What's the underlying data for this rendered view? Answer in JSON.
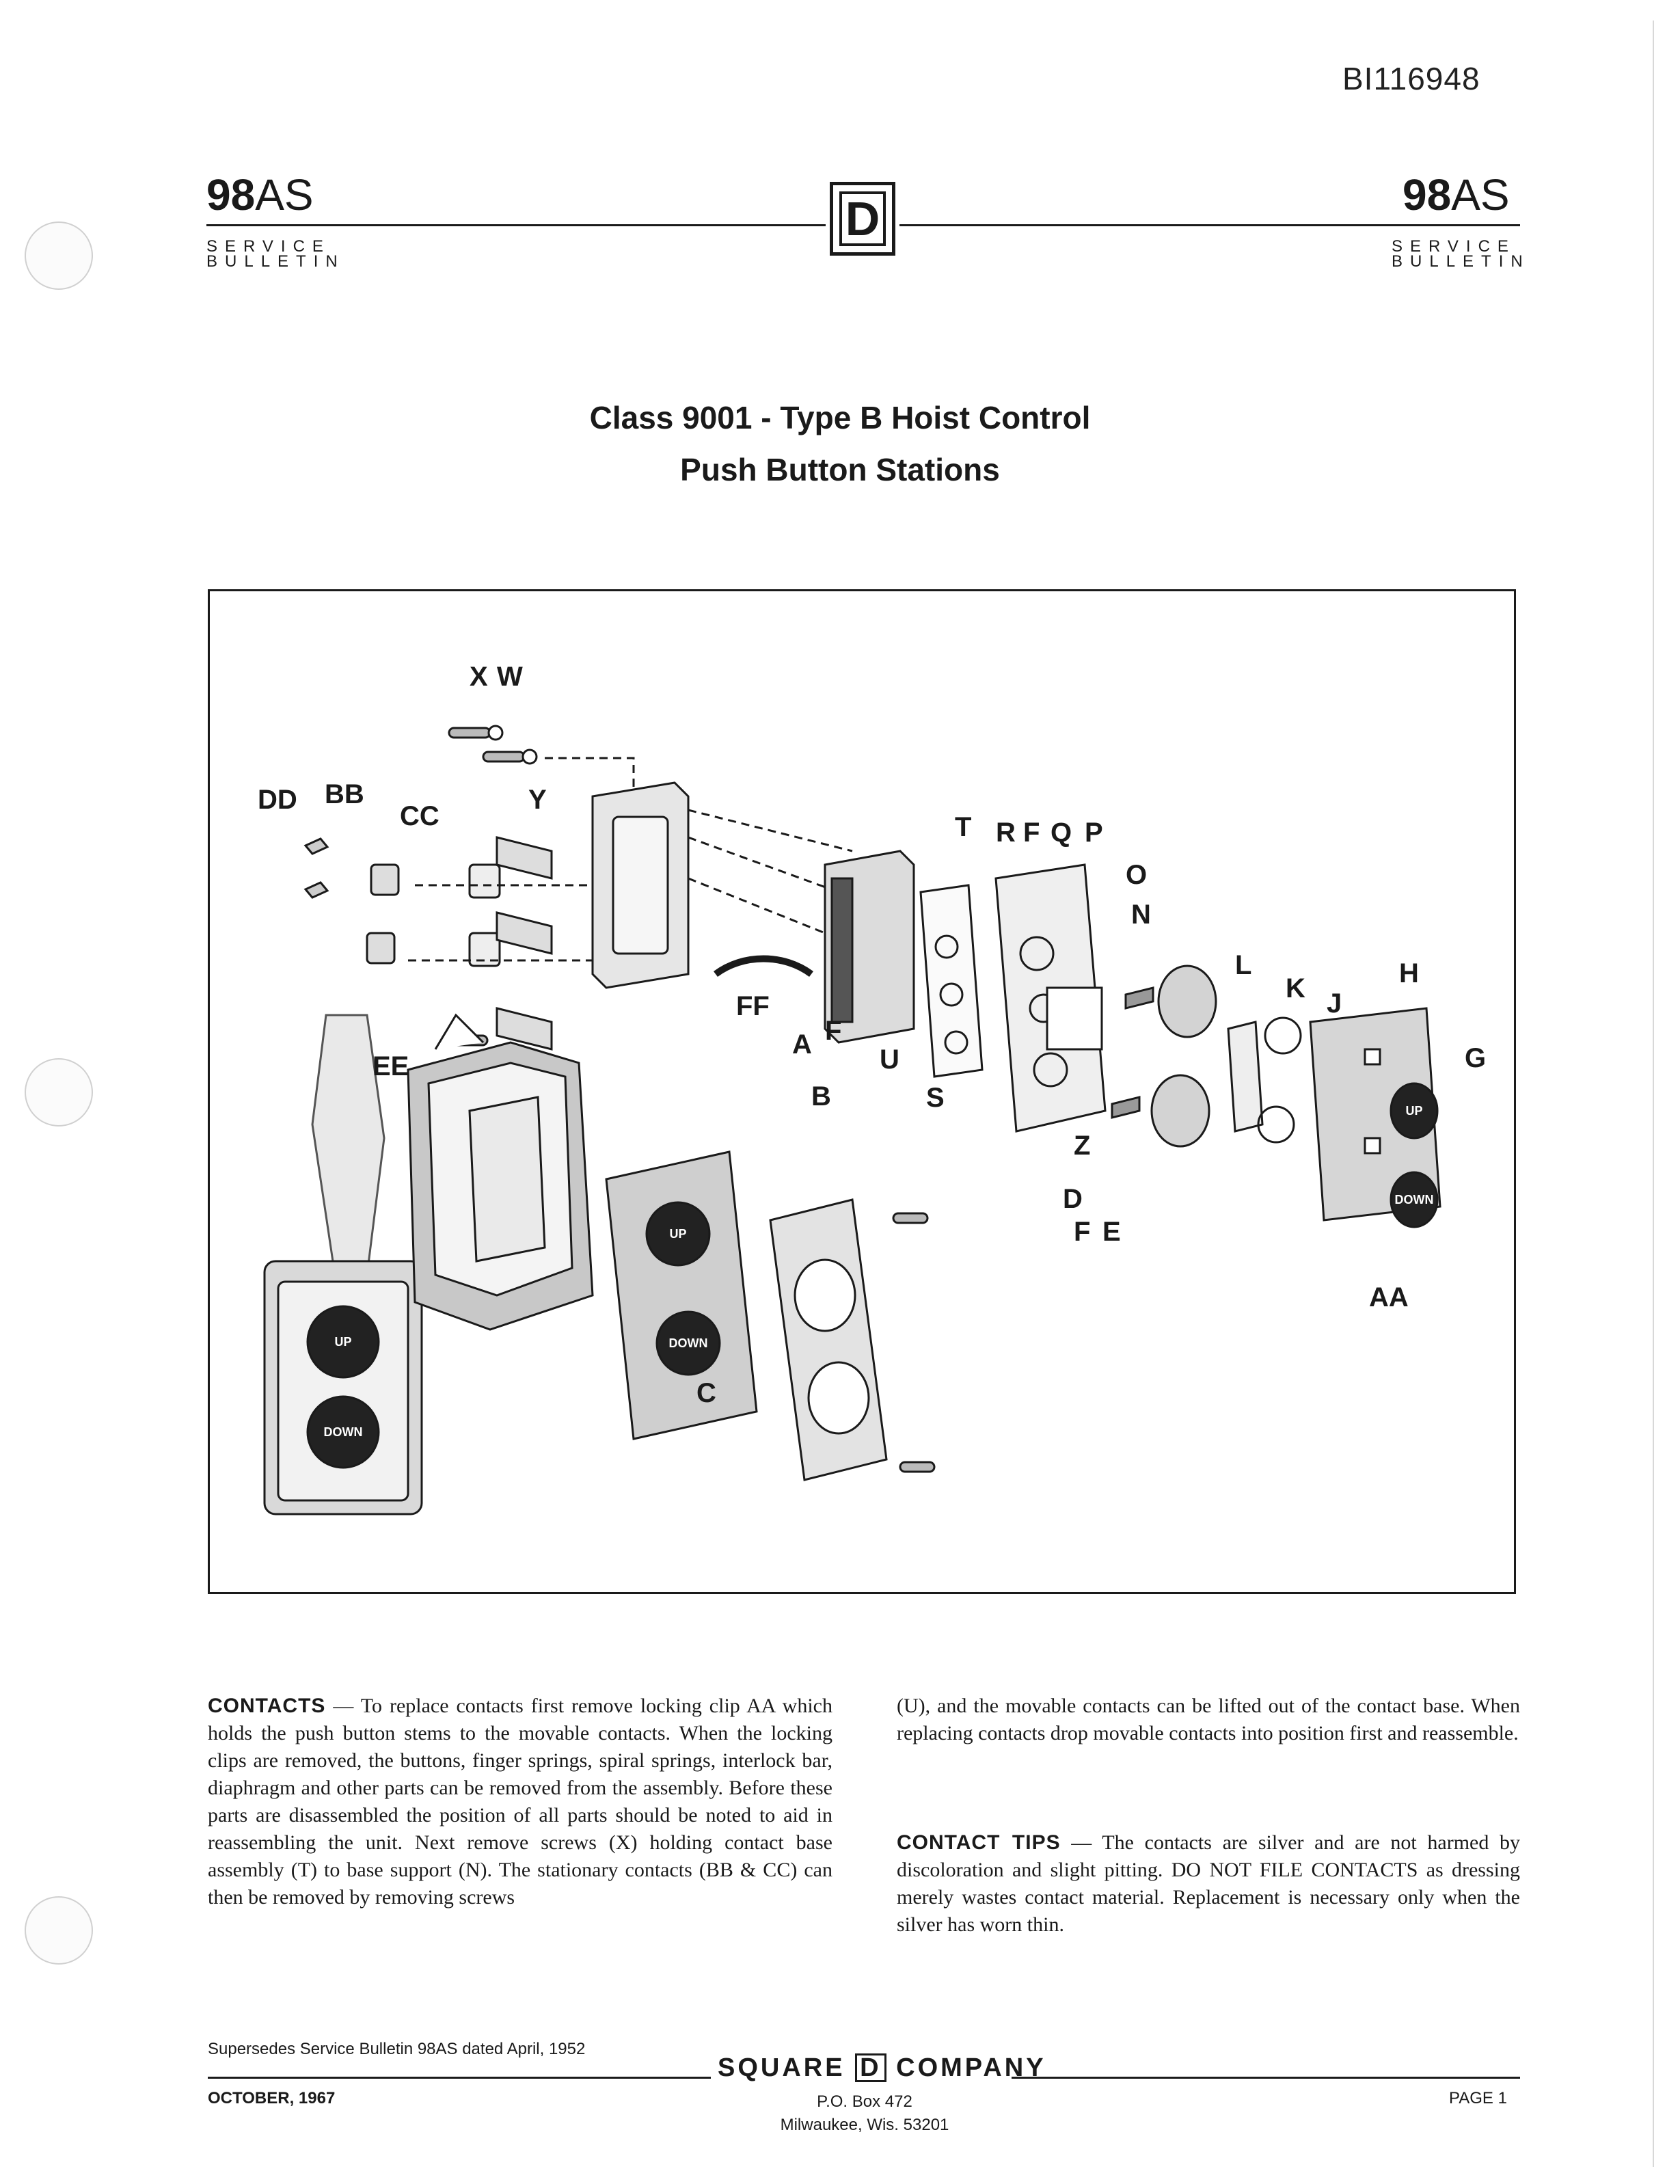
{
  "doc_id": "BI116948",
  "header": {
    "left_number": "98",
    "left_suffix": "AS",
    "left_sub1": "SERVICE",
    "left_sub2": "BULLETIN",
    "right_number": "98",
    "right_suffix": "AS",
    "right_sub1": "SERVICE",
    "right_sub2": "BULLETIN",
    "logo_letter": "D"
  },
  "title": {
    "line1": "Class 9001 - Type B Hoist Control",
    "line2": "Push Button Stations"
  },
  "figure": {
    "callouts": [
      "X",
      "W",
      "DD",
      "BB",
      "CC",
      "Y",
      "T",
      "R",
      "F",
      "Q",
      "P",
      "O",
      "N",
      "L",
      "K",
      "J",
      "H",
      "G",
      "EE",
      "FF",
      "A",
      "F",
      "U",
      "S",
      "B",
      "Z",
      "D",
      "F",
      "E",
      "AA",
      "C"
    ],
    "button_up": "UP",
    "button_down": "DOWN"
  },
  "body": {
    "contacts_lead": "CONTACTS",
    "contacts_text": " — To replace contacts first remove locking clip AA which holds the push button stems to the movable contacts. When the locking clips are removed, the buttons, finger springs, spiral springs, interlock bar, diaphragm and other parts can be removed from the assembly. Before these parts are disassembled the position of all parts should be noted to aid in reassembling the unit. Next remove screws (X) holding contact base assembly (T) to base support (N). The stationary contacts (BB & CC) can then be removed by removing screws",
    "contacts_cont": "(U), and the movable contacts can be lifted out of the contact base. When replacing contacts drop movable contacts into position first and reassemble.",
    "tips_lead": "CONTACT TIPS",
    "tips_text": " — The contacts are silver and are not harmed by discoloration and slight pitting. DO NOT FILE CONTACTS as dressing merely wastes contact material. Replacement is necessary only when the silver has worn thin."
  },
  "footer": {
    "supersedes": "Supersedes Service Bulletin 98AS dated April, 1952",
    "date": "OCTOBER, 1967",
    "company_left": "SQUARE",
    "company_logo": "D",
    "company_right": "COMPANY",
    "address1": "P.O. Box 472",
    "address2": "Milwaukee, Wis. 53201",
    "page": "PAGE 1"
  }
}
